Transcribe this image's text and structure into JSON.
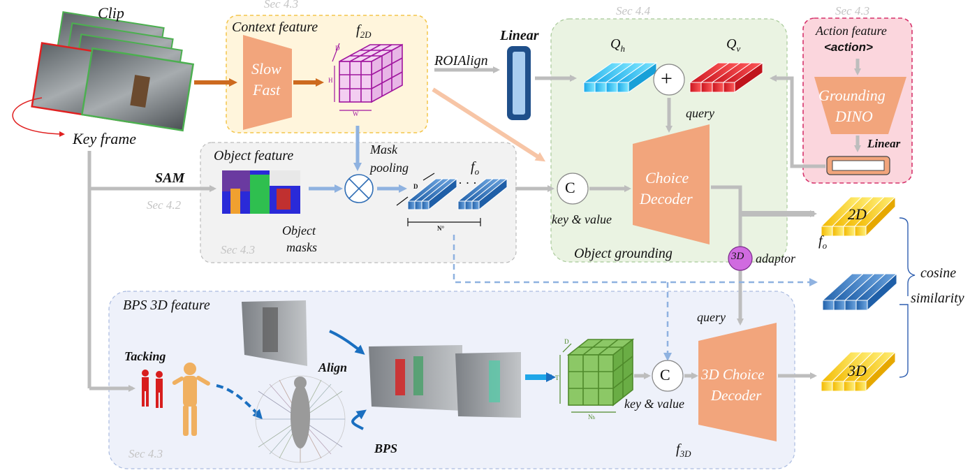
{
  "labels": {
    "clip": "Clip",
    "key_frame": "Key frame",
    "sam": "SAM",
    "sec_4_2": "Sec 4.2",
    "sec_4_3_context": "Sec 4.3",
    "sec_4_3_object": "Sec 4.3",
    "sec_4_3_bps": "Sec 4.3",
    "sec_4_3_action": "Sec 4.3",
    "sec_4_4": "Sec 4.4",
    "context_feature": "Context feature",
    "slow": "Slow",
    "fast": "Fast",
    "f2d_main": "f",
    "f2d_sub": "2D",
    "dim_d": "D",
    "dim_h": "H",
    "dim_w": "W",
    "roialign": "ROIAlign",
    "linear_top": "Linear",
    "q_h_main": "Q",
    "q_h_sub": "h",
    "q_v_main": "Q",
    "q_v_sub": "v",
    "plus": "+",
    "query_top": "query",
    "choice_decoder_1": "Choice",
    "choice_decoder_2": "Decoder",
    "concat_symbol": "C",
    "key_value_top": "key & value",
    "object_grounding": "Object grounding",
    "action_feature": "Action feature",
    "action_token": "<action>",
    "grounding_1": "Grounding",
    "grounding_2": "DINO",
    "linear_action": "Linear",
    "object_feature": "Object feature",
    "mask_pooling_1": "Mask",
    "mask_pooling_2": "pooling",
    "fo_main": "f",
    "fo_sub": "o",
    "dots": "· · ·",
    "dim_d_small": "D",
    "dim_no": "N°",
    "object_masks_1": "Object",
    "object_masks_2": "masks",
    "out_2d": "2D",
    "fo_out_main": "f",
    "fo_out_sub": "o",
    "adaptor_3d": "3D",
    "adaptor": "adaptor",
    "cosine_1": "cosine",
    "cosine_2": "similarity",
    "bps_3d_feature": "BPS 3D feature",
    "tacking": "Tacking",
    "align": "Align",
    "bps": "BPS",
    "dim_d_green": "D",
    "dim_t": "T",
    "dim_nh": "N",
    "dim_nh_sub": "h",
    "query_bottom": "query",
    "choice3d_1": "3D Choice",
    "choice3d_2": "Decoder",
    "key_value_bottom": "key & value",
    "out_3d": "3D",
    "f3d_main": "f",
    "f3d_sub": "3D"
  },
  "colors": {
    "context_bg": "#fff5dc",
    "context_border": "#f3c54a",
    "object_bg": "#f2f2f2",
    "grounding_bg": "#eaf3e2",
    "action_bg": "#fbd6dd",
    "action_border": "#d6336c",
    "bps_bg": "#eef1fa",
    "orange": "#f2a57c",
    "arrow_gray": "#bdbdbd",
    "arrow_blue": "#8fb2e0",
    "brown_arrow": "#cd6a1f",
    "cube_purple": "#a0159e",
    "cube_green": "#4f8a2b",
    "token_blue": "#2f6db5",
    "token_cyan": "#38d0f0",
    "token_red": "#e8323c",
    "token_yellow": "#ffd83a",
    "adaptor_purple": "#d06be0"
  }
}
